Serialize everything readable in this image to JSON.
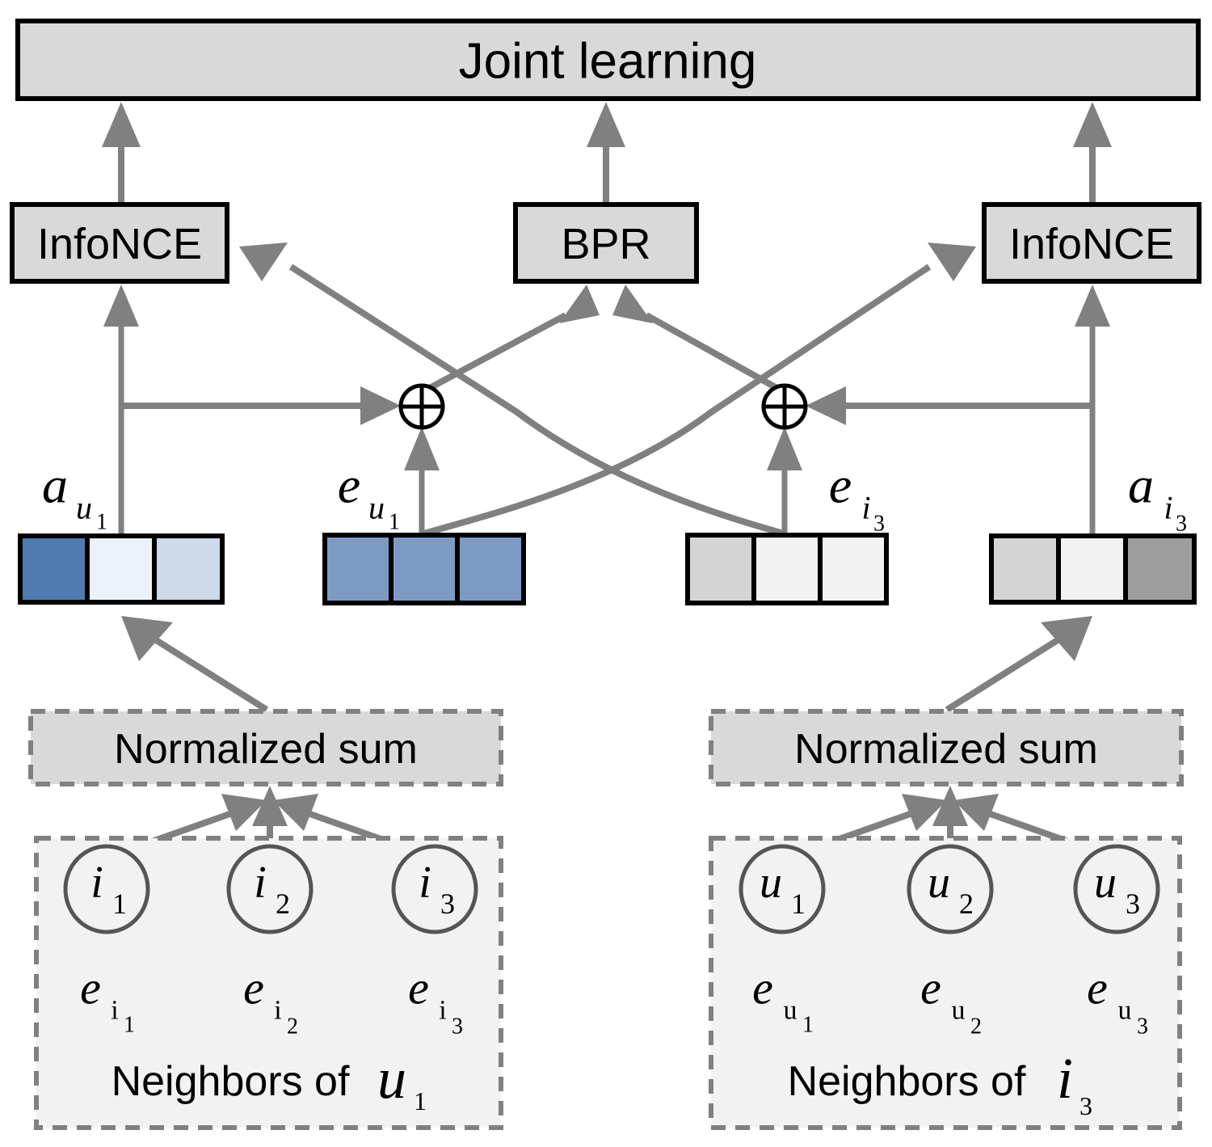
{
  "diagram": {
    "title_box": {
      "label": "Joint learning"
    },
    "loss_boxes": [
      {
        "id": "infonce-left",
        "label": "InfoNCE"
      },
      {
        "id": "bpr",
        "label": "BPR"
      },
      {
        "id": "infonce-right",
        "label": "InfoNCE"
      }
    ],
    "aggregator_boxes": [
      {
        "id": "normalized-sum-left",
        "label": "Normalized sum"
      },
      {
        "id": "normalized-sum-right",
        "label": "Normalized sum"
      }
    ],
    "operators": [
      {
        "id": "plus-left",
        "symbol": "⊕"
      },
      {
        "id": "plus-right",
        "symbol": "⊕"
      }
    ],
    "vectors": [
      {
        "id": "a-u1",
        "label_base": "a",
        "label_sub": "u",
        "label_sub2": "1",
        "colors": [
          "#4f7cb0",
          "#edf1f9",
          "#ccdaea"
        ]
      },
      {
        "id": "e-u1",
        "label_base": "e",
        "label_sub": "u",
        "label_sub2": "1",
        "colors": [
          "#7b9bc4",
          "#7b9bc4",
          "#7b9bc4"
        ]
      },
      {
        "id": "e-i3",
        "label_base": "e",
        "label_sub": "i",
        "label_sub2": "3",
        "colors": [
          "#d4d4d4",
          "#f2f2f2",
          "#f2f2f2"
        ]
      },
      {
        "id": "a-i3",
        "label_base": "a",
        "label_sub": "i",
        "label_sub2": "3",
        "colors": [
          "#d4d4d4",
          "#f2f2f2",
          "#9e9e9e"
        ]
      }
    ],
    "neighbor_groups": [
      {
        "id": "neighbors-of-u1",
        "caption_prefix": "Neighbors of",
        "caption_sym": "u",
        "caption_sub": "1",
        "nodes": [
          {
            "sym": "i",
            "sub": "1",
            "emb_base": "e",
            "emb_sub": "i",
            "emb_sub2": "1"
          },
          {
            "sym": "i",
            "sub": "2",
            "emb_base": "e",
            "emb_sub": "i",
            "emb_sub2": "2"
          },
          {
            "sym": "i",
            "sub": "3",
            "emb_base": "e",
            "emb_sub": "i",
            "emb_sub2": "3"
          }
        ]
      },
      {
        "id": "neighbors-of-i3",
        "caption_prefix": "Neighbors of",
        "caption_sym": "i",
        "caption_sub": "3",
        "nodes": [
          {
            "sym": "u",
            "sub": "1",
            "emb_base": "e",
            "emb_sub": "u",
            "emb_sub2": "1"
          },
          {
            "sym": "u",
            "sub": "2",
            "emb_base": "e",
            "emb_sub": "u",
            "emb_sub2": "2"
          },
          {
            "sym": "u",
            "sub": "3",
            "emb_base": "e",
            "emb_sub": "u",
            "emb_sub2": "3"
          }
        ]
      }
    ],
    "colors": {
      "box_fill": "#d9d9d9",
      "group_fill": "#f2f2f2",
      "edge": "#808080",
      "outline": "#000000",
      "dash_outline": "#808080"
    }
  }
}
